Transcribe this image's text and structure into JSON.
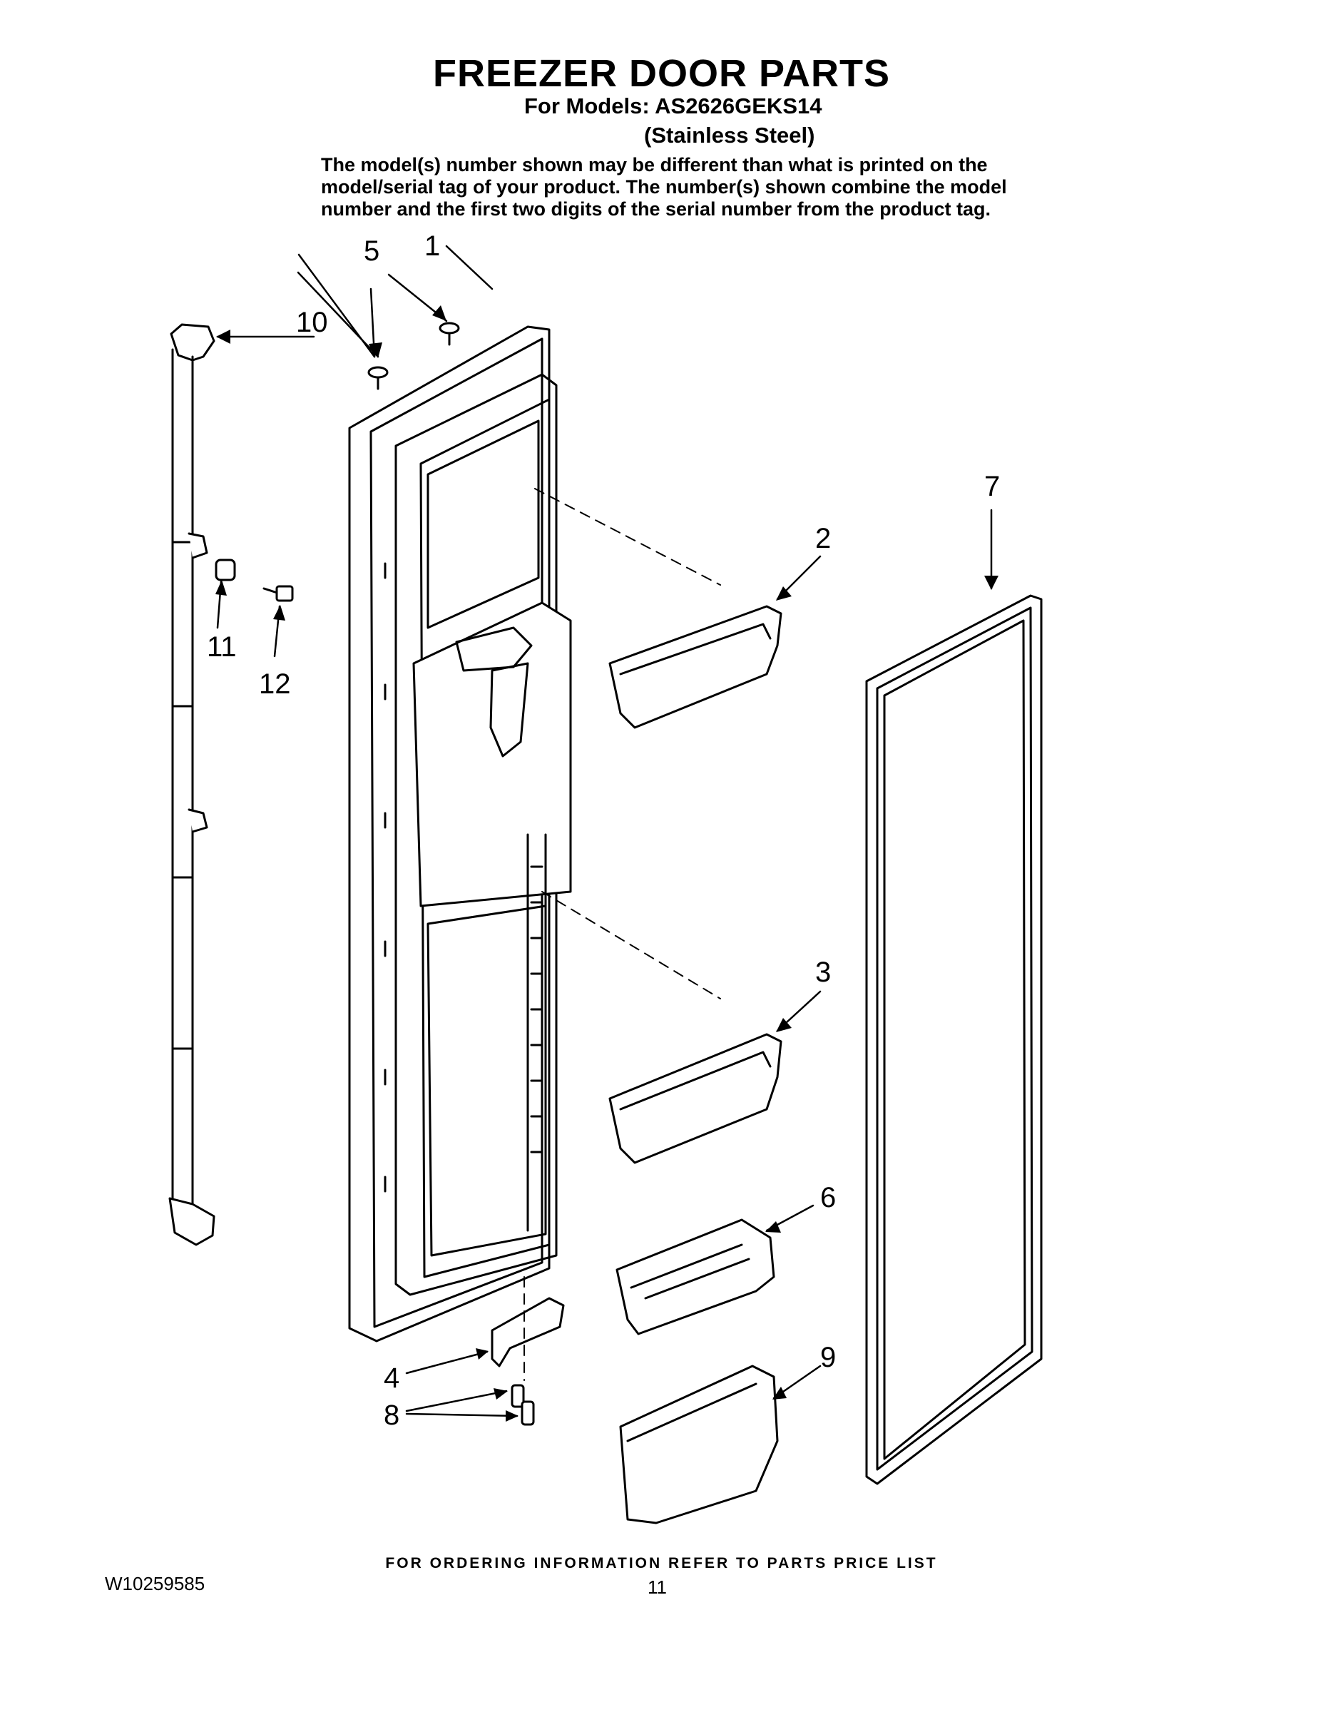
{
  "header": {
    "title": "FREEZER DOOR PARTS",
    "models": "For Models: AS2626GEKS14",
    "finish": "(Stainless Steel)",
    "note_lines": [
      "The model(s) number shown may be different than what is printed on the",
      "model/serial tag of your product. The number(s) shown combine the model",
      "number and the first two digits of the serial number from the product tag."
    ]
  },
  "callouts": {
    "c1": "1",
    "c2": "2",
    "c3": "3",
    "c4": "4",
    "c5": "5",
    "c6": "6",
    "c7": "7",
    "c8": "8",
    "c9": "9",
    "c10": "10",
    "c11": "11",
    "c12": "12"
  },
  "footer": {
    "ordering": "FOR ORDERING INFORMATION REFER TO PARTS PRICE LIST",
    "doc_number": "W10259585",
    "page_number": "11"
  }
}
